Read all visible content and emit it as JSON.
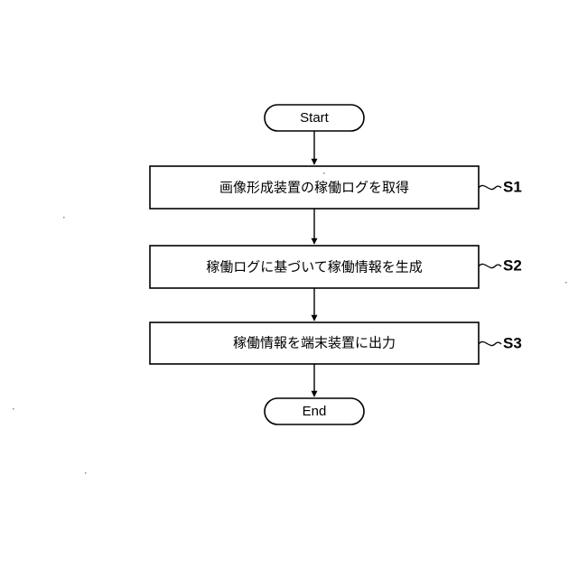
{
  "flowchart": {
    "start": {
      "label": "Start"
    },
    "steps": [
      {
        "id": "S1",
        "label": "画像形成装置の稼働ログを取得"
      },
      {
        "id": "S2",
        "label": "稼働ログに基づいて稼働情報を生成"
      },
      {
        "id": "S3",
        "label": "稼働情報を端末装置に出力"
      }
    ],
    "end": {
      "label": "End"
    }
  }
}
